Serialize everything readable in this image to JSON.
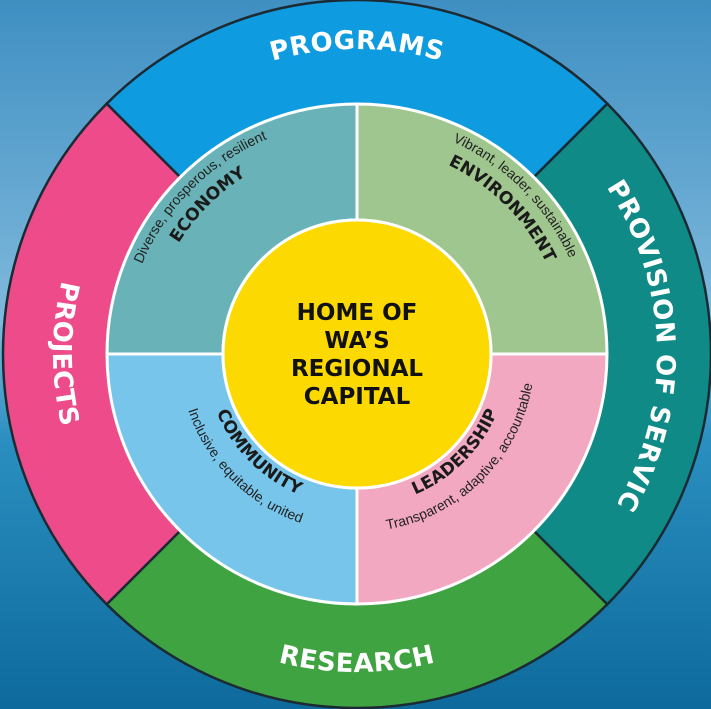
{
  "outer_ring": [
    {
      "id": "programs",
      "label": "PROGRAMS",
      "color": "#0e9be0"
    },
    {
      "id": "provision",
      "label": "PROVISION OF SERVICE",
      "color": "#0f8a86"
    },
    {
      "id": "research",
      "label": "RESEARCH",
      "color": "#3fa342"
    },
    {
      "id": "projects",
      "label": "PROJECTS",
      "color": "#ee4b8a"
    }
  ],
  "pillars": [
    {
      "id": "economy",
      "title": "ECONOMY",
      "subtitle": "Diverse, prosperous, resilient",
      "color": "#69b2b7"
    },
    {
      "id": "environment",
      "title": "ENVIRONMENT",
      "subtitle": "Vibrant, leader, sustainable",
      "color": "#a0c68f"
    },
    {
      "id": "leadership",
      "title": "LEADERSHIP",
      "subtitle": "Transparent, adaptive, accountable",
      "color": "#f2a8c0"
    },
    {
      "id": "community",
      "title": "COMMUNITY",
      "subtitle": "Inclusive, equitable, united",
      "color": "#78c5eb"
    }
  ],
  "center": {
    "lines": [
      "HOME OF",
      "WA’S",
      "REGIONAL",
      "CAPITAL"
    ],
    "color": "#fcd900"
  },
  "background": {
    "sky": "#4a9fd0",
    "sea": "#157db0"
  }
}
